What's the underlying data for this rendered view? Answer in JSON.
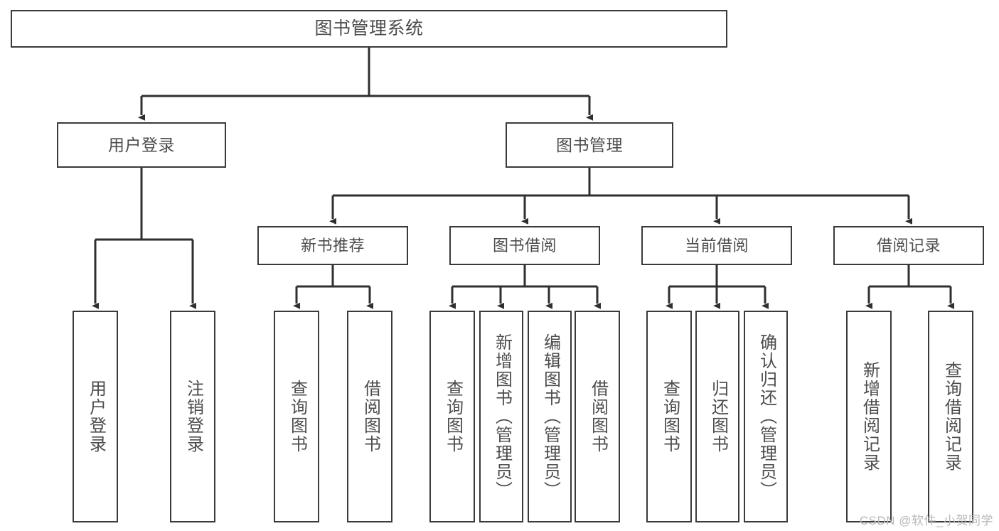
{
  "diagram": {
    "title": "图书管理系统",
    "type": "tree-hierarchy-chart",
    "colors": {
      "background": "#ffffff",
      "box_border": "#3a3a3a",
      "box_fill": "#ffffff",
      "text": "#4d4d4d",
      "connector": "#2f2f2f",
      "watermark": "#b9b9b9"
    },
    "root": {
      "label": "图书管理系统"
    },
    "level1": [
      {
        "label": "用户登录"
      },
      {
        "label": "图书管理"
      }
    ],
    "level2": [
      {
        "label": "新书推荐"
      },
      {
        "label": "图书借阅"
      },
      {
        "label": "当前借阅"
      },
      {
        "label": "借阅记录"
      }
    ],
    "leaves": {
      "user_login": [
        {
          "label": "用户登录"
        },
        {
          "label": "注销登录"
        }
      ],
      "new_book_recommend": [
        {
          "label": "查询图书"
        },
        {
          "label": "借阅图书"
        }
      ],
      "book_borrow": [
        {
          "label": "查询图书"
        },
        {
          "label": "新增图书（管理员）"
        },
        {
          "label": "编辑图书（管理员）"
        },
        {
          "label": "借阅图书"
        }
      ],
      "current_borrow": [
        {
          "label": "查询图书"
        },
        {
          "label": "归还图书"
        },
        {
          "label": "确认归还（管理员）"
        }
      ],
      "borrow_record": [
        {
          "label": "新增借阅记录"
        },
        {
          "label": "查询借阅记录"
        }
      ]
    },
    "watermark": "CSDN @软件_小贺同学"
  }
}
